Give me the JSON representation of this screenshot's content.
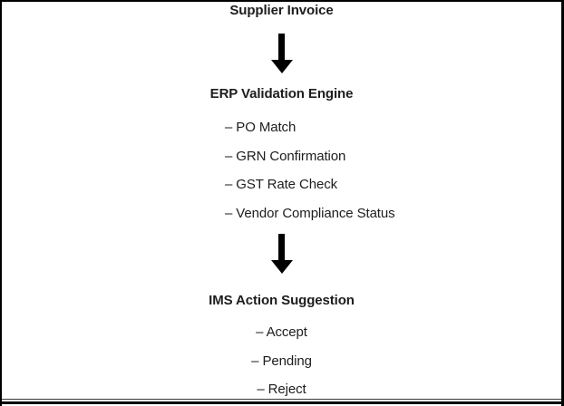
{
  "page": {
    "background_color": "#ffffff",
    "frame_border_color": "#000000",
    "text_color": "#1d1d1d"
  },
  "flow": {
    "source": {
      "title": "Supplier Invoice"
    },
    "arrows": [
      {
        "icon": "down-arrow",
        "from": "Supplier Invoice",
        "to": "ERP Validation Engine"
      },
      {
        "icon": "down-arrow",
        "from": "ERP Validation Engine",
        "to": "IMS Action Suggestion"
      }
    ],
    "validation": {
      "title": "ERP Validation Engine",
      "items": [
        "– PO Match",
        "– GRN Confirmation",
        "– GST Rate Check",
        "– Vendor Compliance Status"
      ]
    },
    "suggestion": {
      "title": "IMS Action Suggestion",
      "items": [
        "– Accept",
        "– Pending",
        "– Reject"
      ]
    }
  }
}
